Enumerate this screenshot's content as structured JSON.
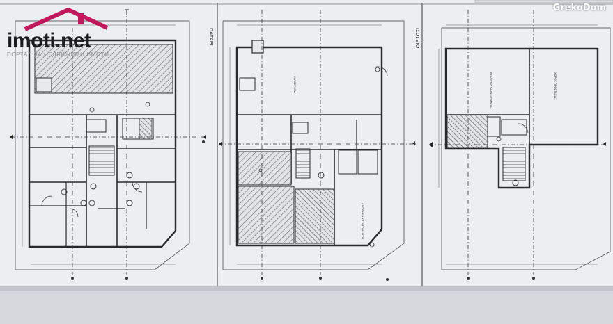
{
  "watermark": {
    "logo_text": "imoti.net",
    "logo_tagline": "ПОРТАЛ ЗА НЕДВИЖИМИ ИМОТИ",
    "corner_text": "GrekoDom"
  },
  "plans": [
    {
      "label": "ΠΑΤΑΡΙ"
    },
    {
      "label": "ΙΣΟΓΕΙΟ",
      "rooms": [
        "ΚΑΤΑΣΤΗΜΑ",
        "ΑΠΟΘΗΚΗ ΚΑΤΑΣΤΗΜΑΤΟΣ"
      ]
    },
    {
      "label": "",
      "rooms": [
        "ΑΠΟΘΗΚΗ ΚΑΤΑΣΤΗΜΑΤΟΣ",
        "ΧΩΡΟΣ ΠΡΟΣΤΑΣΙΑΣ"
      ]
    }
  ],
  "colors": {
    "brand_roof": "#c2185b",
    "logo_text": "#1d1d1f"
  }
}
